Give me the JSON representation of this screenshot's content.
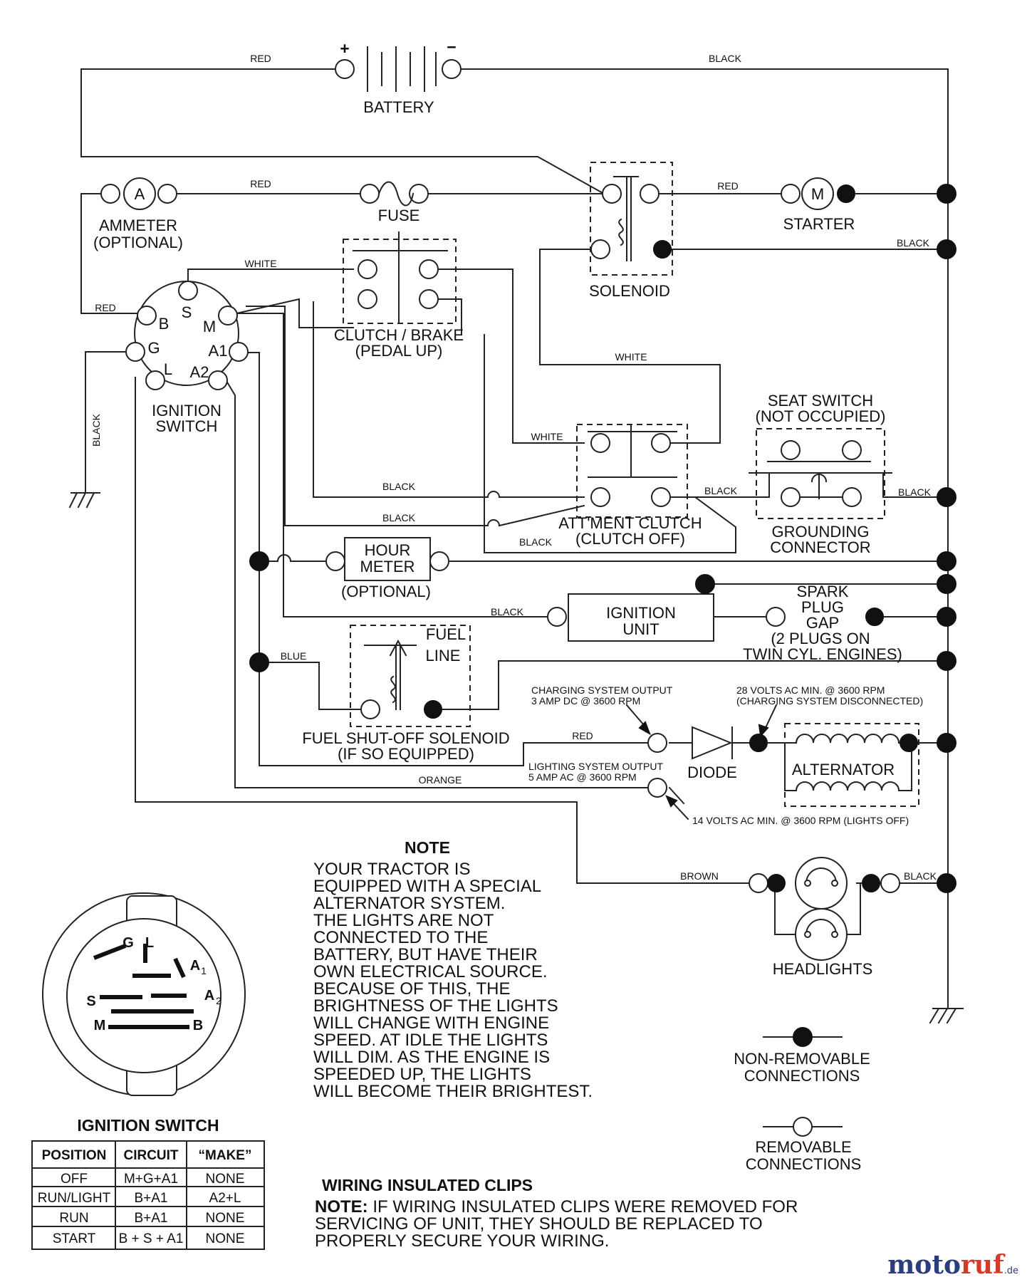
{
  "battery": {
    "label": "BATTERY",
    "plus": "+",
    "minus": "−"
  },
  "ammeter": {
    "symbol": "A",
    "label_line1": "AMMETER",
    "label_line2": "(OPTIONAL)"
  },
  "fuse": {
    "label": "FUSE"
  },
  "starter": {
    "symbol": "M",
    "label": "STARTER"
  },
  "solenoid": {
    "label": "SOLENOID"
  },
  "clutch_brake": {
    "line1": "CLUTCH / BRAKE",
    "line2": "(PEDAL UP)"
  },
  "ignition_switch_block": {
    "label_line1": "IGNITION",
    "label_line2": "SWITCH",
    "terminals": {
      "b": "B",
      "s": "S",
      "m": "M",
      "g": "G",
      "a1": "A1",
      "l": "L",
      "a2": "A2"
    }
  },
  "seat_switch": {
    "line1": "SEAT SWITCH",
    "line2": "(NOT OCCUPIED)"
  },
  "attment_clutch": {
    "line1": "ATT'MENT CLUTCH",
    "line2": "(CLUTCH OFF)"
  },
  "grounding_connector": {
    "line1": "GROUNDING",
    "line2": "CONNECTOR"
  },
  "hour_meter": {
    "line1": "HOUR",
    "line2": "METER",
    "line3": "(OPTIONAL)"
  },
  "ignition_unit": {
    "line1": "IGNITION",
    "line2": "UNIT"
  },
  "spark_plug": {
    "line1": "SPARK",
    "line2": "PLUG",
    "line3": "GAP",
    "line4": "(2 PLUGS ON",
    "line5": "TWIN CYL. ENGINES)"
  },
  "fuel": {
    "line1": "FUEL",
    "line2": "LINE",
    "sol1": "FUEL SHUT-OFF SOLENOID",
    "sol2": "(IF SO EQUIPPED)"
  },
  "charging": {
    "line1": "CHARGING SYSTEM OUTPUT",
    "line2": "3 AMP DC @ 3600 RPM"
  },
  "alt_voltage": {
    "line1": "28 VOLTS AC MIN. @ 3600 RPM",
    "line2": "(CHARGING SYSTEM DISCONNECTED)"
  },
  "lighting": {
    "line1": "LIGHTING SYSTEM OUTPUT",
    "line2": "5 AMP AC @ 3600 RPM"
  },
  "lights_off": "14 VOLTS AC MIN. @ 3600 RPM (LIGHTS OFF)",
  "diode": "DIODE",
  "alternator": "ALTERNATOR",
  "headlights": "HEADLIGHTS",
  "wires": {
    "red_top": "RED",
    "black_top": "BLACK",
    "red_ammeter": "RED",
    "red_starter": "RED",
    "black_solenoid": "BLACK",
    "white_clutch": "WHITE",
    "red_ign": "RED",
    "white_sol": "WHITE",
    "white_att": "WHITE",
    "black_vert": "BLACK",
    "black_att1": "BLACK",
    "black_att2": "BLACK",
    "black_att3": "BLACK",
    "black_seat_l": "BLACK",
    "black_seat_r": "BLACK",
    "black_ignunit": "BLACK",
    "blue": "BLUE",
    "red_diode": "RED",
    "orange": "ORANGE",
    "brown": "BROWN",
    "black_head": "BLACK"
  },
  "note": {
    "title": "NOTE",
    "lines": [
      "YOUR TRACTOR IS",
      "EQUIPPED WITH A SPECIAL",
      "ALTERNATOR SYSTEM.",
      "THE LIGHTS ARE NOT",
      "CONNECTED TO THE",
      "BATTERY, BUT HAVE THEIR",
      "OWN ELECTRICAL SOURCE.",
      "BECAUSE OF THIS, THE",
      "BRIGHTNESS OF THE LIGHTS",
      "WILL CHANGE WITH ENGINE",
      "SPEED.  AT IDLE THE LIGHTS",
      "WILL DIM.  AS THE ENGINE IS",
      "SPEEDED UP, THE LIGHTS",
      "WILL BECOME THEIR BRIGHTEST."
    ]
  },
  "legend": {
    "nr1": "NON-REMOVABLE",
    "nr2": "CONNECTIONS",
    "r1": "REMOVABLE",
    "r2": "CONNECTIONS"
  },
  "switch_face": {
    "g": "G",
    "l": "L",
    "a1": "A",
    "a1_sub": "1",
    "a2": "A",
    "a2_sub": "2",
    "s": "S",
    "m": "M",
    "b": "B"
  },
  "ignition_table": {
    "title": "IGNITION SWITCH",
    "headers": [
      "POSITION",
      "CIRCUIT",
      "“MAKE”"
    ],
    "rows": [
      [
        "OFF",
        "M+G+A1",
        "NONE"
      ],
      [
        "RUN/LIGHT",
        "B+A1",
        "A2+L"
      ],
      [
        "RUN",
        "B+A1",
        "NONE"
      ],
      [
        "START",
        "B + S + A1",
        "NONE"
      ]
    ]
  },
  "clips": {
    "title": "WIRING INSULATED CLIPS",
    "prefix": "NOTE:",
    "line1": " IF WIRING INSULATED CLIPS WERE REMOVED FOR",
    "line2": "SERVICING OF UNIT, THEY SHOULD BE REPLACED TO",
    "line3": "PROPERLY SECURE YOUR WIRING."
  },
  "logo": {
    "part1": "moto",
    "part2": "ruf",
    "part3": ".de"
  }
}
